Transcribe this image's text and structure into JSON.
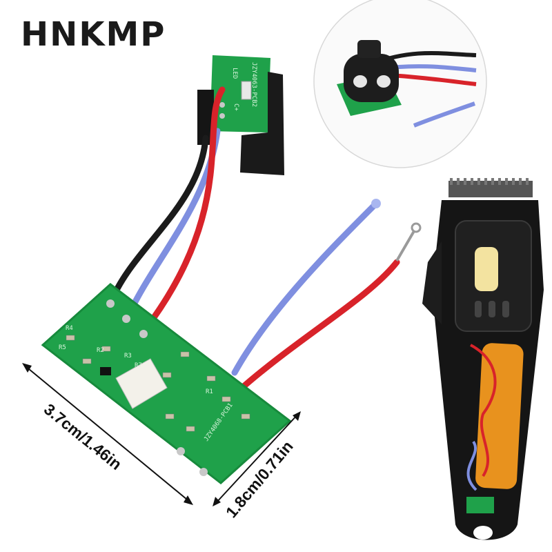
{
  "brand": {
    "logo_text": "HNKMP"
  },
  "dimensions": {
    "length": "3.7cm/1.46in",
    "width": "1.8cm/0.71in"
  },
  "pcb_labels": {
    "small_board_code": "JZY4063-PCB2",
    "small_board_led": "LED",
    "small_board_c": "C+",
    "main_board_code": "JZY4068-PCB1",
    "main_board_r": [
      "R4",
      "R5",
      "R2",
      "R3",
      "R1",
      "R7"
    ]
  },
  "colors": {
    "pcb_green": "#1fa14a",
    "wire_red": "#d8232a",
    "wire_blue": "#7f8fe0",
    "wire_black": "#1b1b1b",
    "battery_orange": "#e8921e",
    "clipper_body": "#151515"
  }
}
